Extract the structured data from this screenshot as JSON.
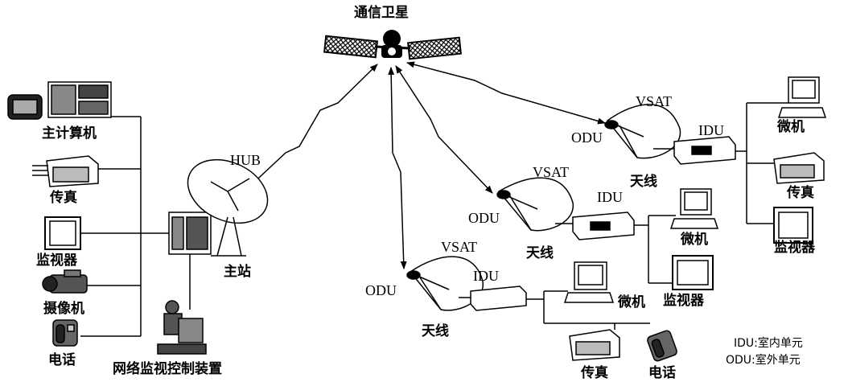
{
  "satellite": {
    "label": "通信卫星"
  },
  "hub": {
    "label": "HUB",
    "station_label": "主站"
  },
  "main_site_devices": {
    "host": "主计算机",
    "fax": "传真",
    "monitor": "监视器",
    "camera": "摄像机",
    "phone": "电话",
    "nms": "网络监视控制装置"
  },
  "vsat_nodes": [
    {
      "vsat": "VSAT",
      "odu": "ODU",
      "antenna": "天线",
      "idu": "IDU",
      "devices": [
        "微机",
        "传真",
        "监视器"
      ]
    },
    {
      "vsat": "VSAT",
      "odu": "ODU",
      "antenna": "天线",
      "idu": "IDU",
      "devices": [
        "微机",
        "监视器"
      ]
    },
    {
      "vsat": "VSAT",
      "odu": "ODU",
      "antenna": "天线",
      "idu": "IDU",
      "devices": [
        "微机",
        "传真",
        "电话"
      ]
    }
  ],
  "legend": {
    "idu": "IDU:室内单元",
    "odu": "ODU:室外单元"
  }
}
